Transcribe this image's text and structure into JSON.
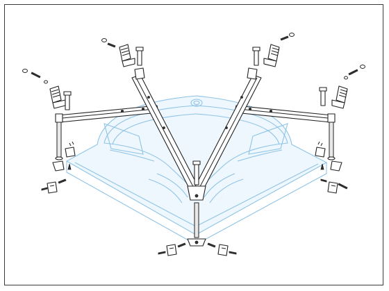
{
  "figure": {
    "colors": {
      "frame_border": "#3a3a3a",
      "tub_outline": "#8ec3e6",
      "tub_fill": "#eef7fd",
      "hardware": "#222222"
    },
    "parts": {
      "tub": "corner-bathtub-outline",
      "struts": [
        "left-diagonal-strut",
        "right-diagonal-strut"
      ],
      "rails": [
        "left-side-rail",
        "right-side-rail"
      ],
      "legs": [
        "left-leg",
        "right-leg",
        "center-leg"
      ],
      "brackets": [
        "wall-bracket-upper-left",
        "wall-bracket-upper-right",
        "wall-bracket-far-left",
        "wall-bracket-far-right"
      ],
      "feet": [
        "foot-plate-left",
        "foot-plate-right",
        "foot-plate-bottom-left",
        "foot-plate-bottom-right"
      ]
    }
  }
}
